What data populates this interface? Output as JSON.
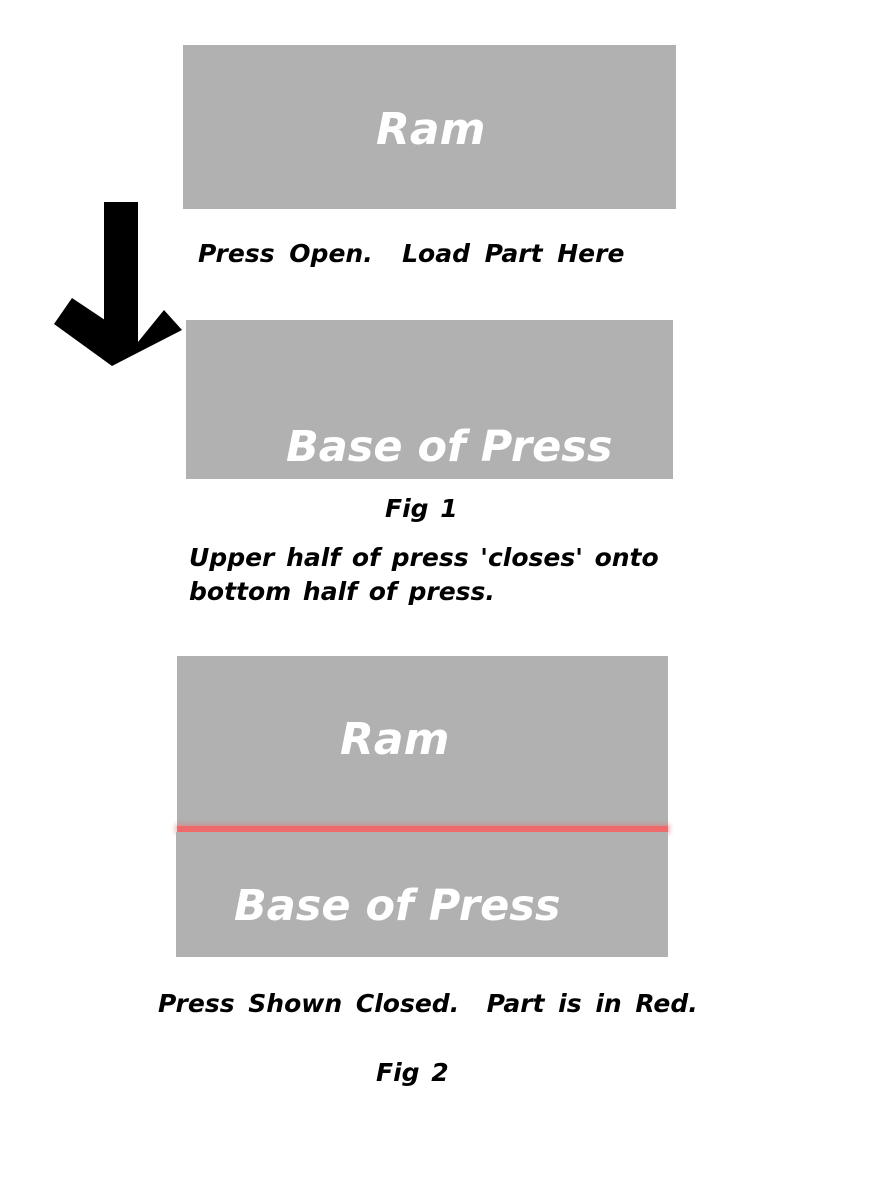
{
  "figure1": {
    "ram_label": "Ram",
    "load_caption": "Press Open.  Load Part Here",
    "base_label": "Base of Press",
    "fig_label": "Fig 1",
    "description_line1": "Upper half of press 'closes' onto",
    "description_line2": "bottom half of press."
  },
  "figure2": {
    "ram_label": "Ram",
    "base_label": "Base of Press",
    "caption": "Press Shown Closed.  Part is in Red.",
    "fig_label": "Fig 2"
  },
  "colors": {
    "block": "#b1b1b1",
    "part": "#ef6b6b",
    "arrow": "#000000",
    "text": "#000000",
    "block_text": "#ffffff"
  },
  "icons": {
    "arrow": "down-arrow-icon"
  }
}
